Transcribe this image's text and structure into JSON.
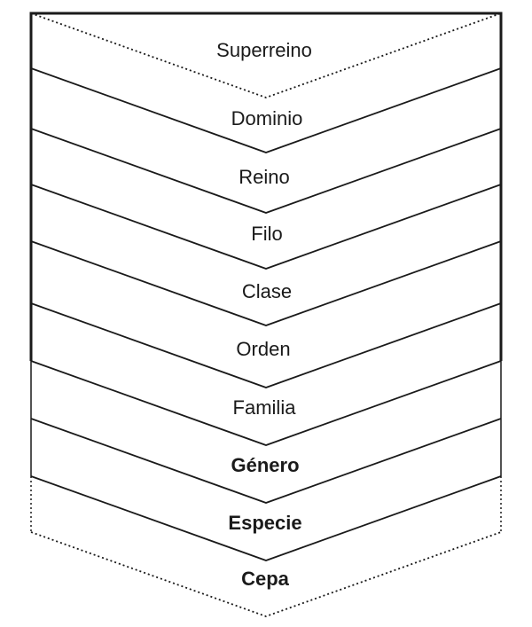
{
  "diagram": {
    "ranks": [
      {
        "label": "Superreino",
        "bold": false
      },
      {
        "label": "Dominio",
        "bold": false
      },
      {
        "label": "Reino",
        "bold": false
      },
      {
        "label": "Filo",
        "bold": false
      },
      {
        "label": "Clase",
        "bold": false
      },
      {
        "label": "Orden",
        "bold": false
      },
      {
        "label": "Familia",
        "bold": false
      },
      {
        "label": "Género",
        "bold": true
      },
      {
        "label": "Especie",
        "bold": true
      },
      {
        "label": "Cepa",
        "bold": true
      }
    ],
    "colors": {
      "stroke": "#1a1a1a",
      "text": "#1a1a1a",
      "background": "#ffffff"
    }
  }
}
